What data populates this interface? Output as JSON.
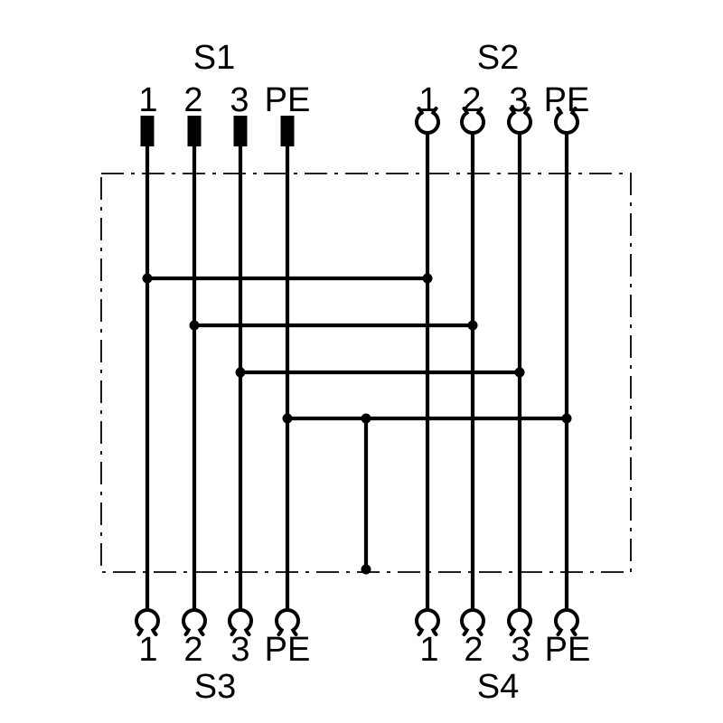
{
  "diagram": {
    "type": "connector-wiring-pinout",
    "line_color": "#000000",
    "background_color": "#ffffff",
    "connectors": {
      "s1": {
        "label": "S1",
        "position": "top-left",
        "contact_symbol": "male-pin",
        "pins": [
          "1",
          "2",
          "3",
          "PE"
        ]
      },
      "s2": {
        "label": "S2",
        "position": "top-right",
        "contact_symbol": "female-socket",
        "pins": [
          "1",
          "2",
          "3",
          "PE"
        ]
      },
      "s3": {
        "label": "S3",
        "position": "bottom-left",
        "contact_symbol": "female-socket",
        "pins": [
          "1",
          "2",
          "3",
          "PE"
        ]
      },
      "s4": {
        "label": "S4",
        "position": "bottom-right",
        "contact_symbol": "female-socket",
        "pins": [
          "1",
          "2",
          "3",
          "PE"
        ]
      }
    },
    "connections": [
      {
        "net": "1",
        "members": [
          "S1.1",
          "S2.1",
          "S3.1",
          "S4.1"
        ]
      },
      {
        "net": "2",
        "members": [
          "S1.2",
          "S2.2",
          "S3.2",
          "S4.2"
        ]
      },
      {
        "net": "3",
        "members": [
          "S1.3",
          "S2.3",
          "S3.3",
          "S4.3"
        ]
      },
      {
        "net": "PE",
        "members": [
          "S1.PE",
          "S2.PE",
          "S3.PE",
          "S4.PE",
          "enclosure"
        ]
      }
    ]
  }
}
